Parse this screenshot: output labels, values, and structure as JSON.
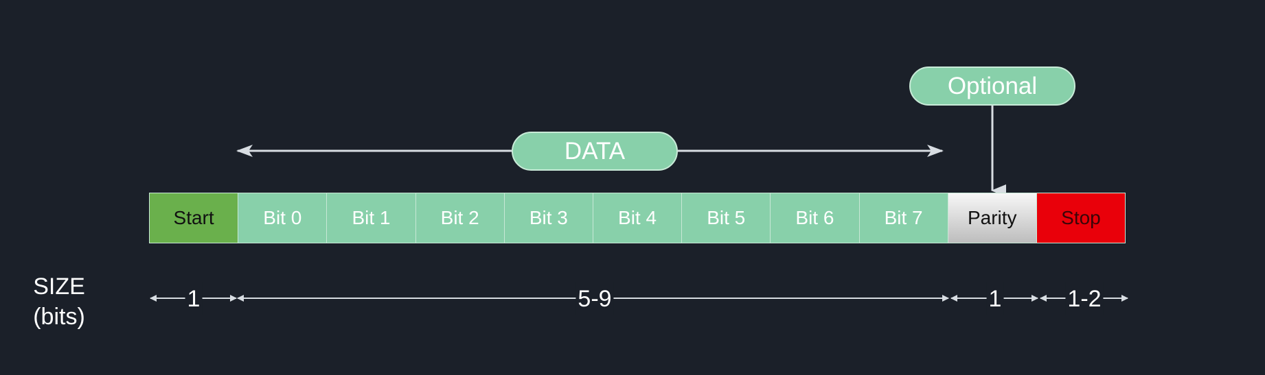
{
  "labels": {
    "optional": "Optional",
    "data": "DATA"
  },
  "frame": {
    "cells": [
      {
        "label": "Start",
        "kind": "start"
      },
      {
        "label": "Bit 0",
        "kind": "bit"
      },
      {
        "label": "Bit 1",
        "kind": "bit"
      },
      {
        "label": "Bit 2",
        "kind": "bit"
      },
      {
        "label": "Bit 3",
        "kind": "bit"
      },
      {
        "label": "Bit 4",
        "kind": "bit"
      },
      {
        "label": "Bit 5",
        "kind": "bit"
      },
      {
        "label": "Bit 6",
        "kind": "bit"
      },
      {
        "label": "Bit 7",
        "kind": "bit"
      },
      {
        "label": "Parity",
        "kind": "parity"
      },
      {
        "label": "Stop",
        "kind": "stop"
      }
    ]
  },
  "size": {
    "title_line1": "SIZE",
    "title_line2": "(bits)",
    "start": "1",
    "data": "5-9",
    "parity": "1",
    "stop": "1-2"
  },
  "colors": {
    "background": "#1b2029",
    "start": "#6ab04c",
    "data_bit": "#88d0aa",
    "stop": "#e9000a",
    "arrow": "#d8dde2"
  }
}
